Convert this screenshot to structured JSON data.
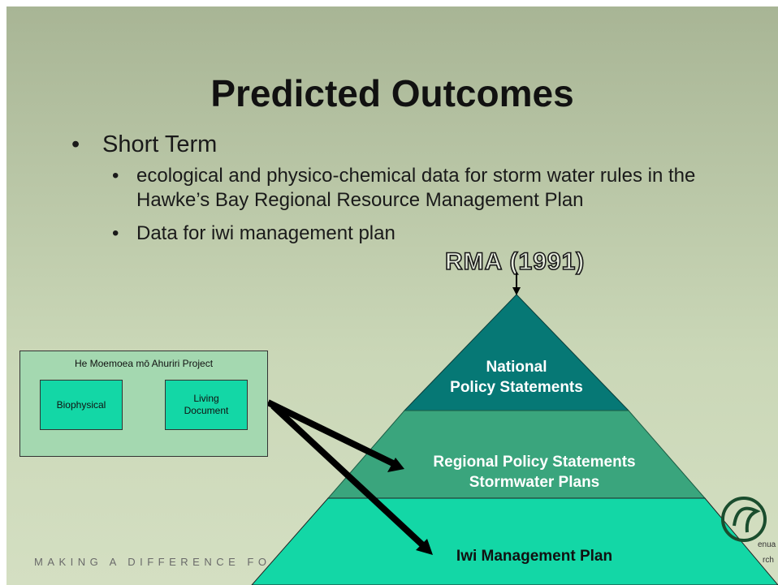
{
  "slide": {
    "title": "Predicted Outcomes",
    "bullet": "Short Term",
    "sub_bullets": [
      "ecological and physico-chemical data for storm water rules in the Hawke’s Bay Regional Resource Management Plan",
      "Data for iwi management plan"
    ],
    "bullet_symbol": "•",
    "footer": "MAKING A DIFFERENCE FO",
    "logo_fragments": [
      "enua",
      "rch"
    ]
  },
  "pyramid": {
    "apex_label": "RMA (1991)",
    "levels": [
      {
        "line1": "National",
        "line2": "Policy Statements",
        "color": "#067875"
      },
      {
        "line1": "Regional Policy Statements",
        "line2": "Stormwater Plans",
        "color": "#3aa57d"
      },
      {
        "line1": "Iwi Management Plan",
        "color": "#13d7a6"
      }
    ]
  },
  "project": {
    "title": "He Moemoea mō Ahuriri Project",
    "box_left": "Biophysical",
    "box_right_line1": "Living",
    "box_right_line2": "Document",
    "panel_color": "#a4d8b0",
    "box_color": "#13d7a6"
  }
}
